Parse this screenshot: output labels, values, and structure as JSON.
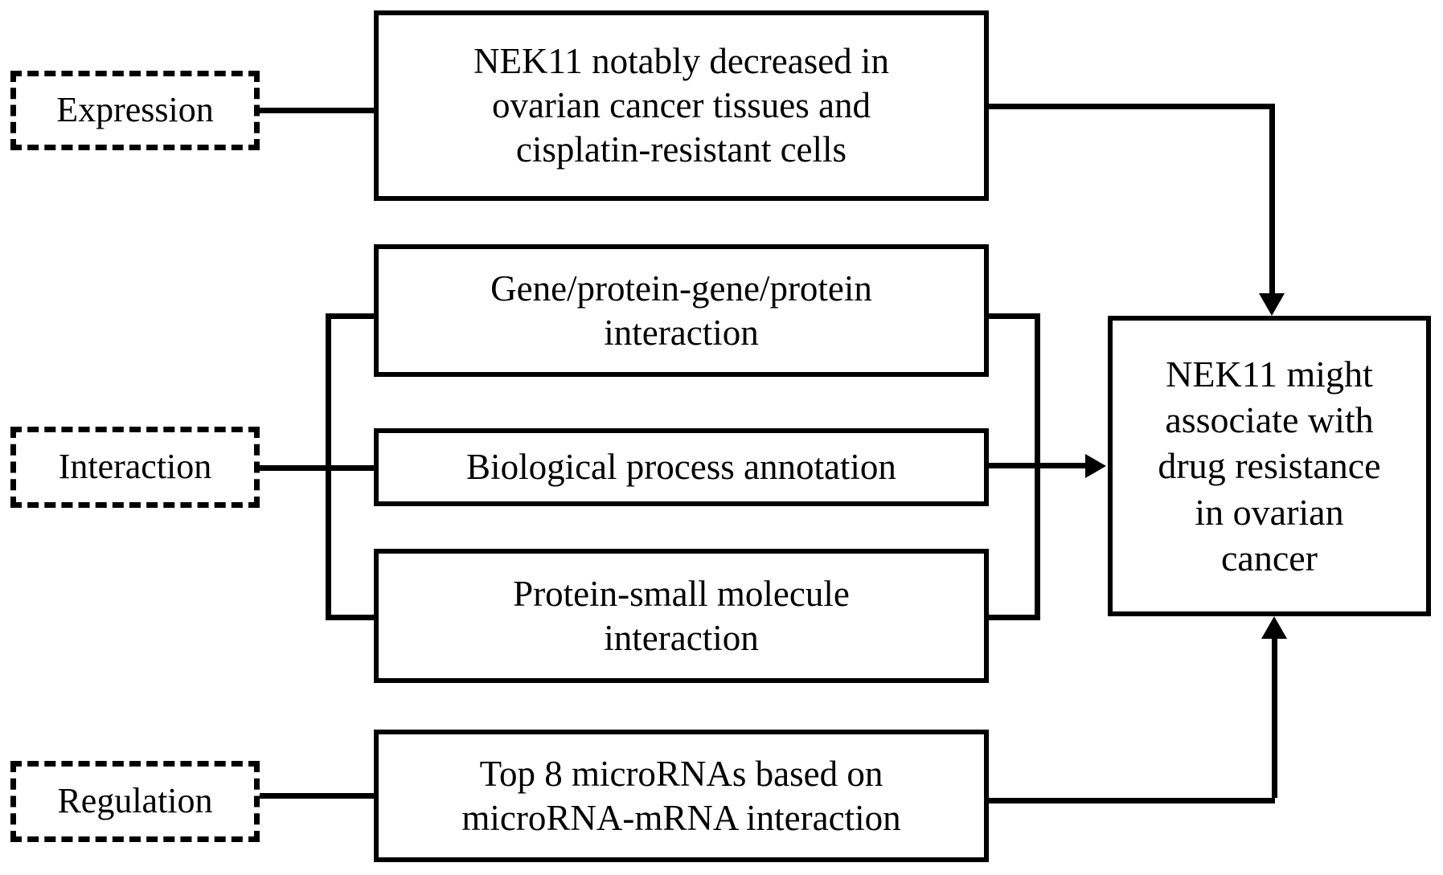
{
  "diagram": {
    "title": "NEK11 bioinformatics analysis summary flowchart",
    "background_color": "#ffffff",
    "line_color": "#000000"
  },
  "categories": [
    {
      "id": "expression",
      "label": "Expression"
    },
    {
      "id": "interaction",
      "label": "Interaction"
    },
    {
      "id": "regulation",
      "label": "Regulation"
    }
  ],
  "boxes": {
    "expression_finding": "NEK11 notably decreased in\novarian cancer tissues and\ncisplatin-resistant cells",
    "interaction_gene_protein": "Gene/protein-gene/protein\ninteraction",
    "interaction_biological_process": "Biological process annotation",
    "interaction_protein_small_molecule": "Protein-small molecule\ninteraction",
    "regulation_microrna": "Top 8 microRNAs based on\nmicroRNA-mRNA interaction",
    "conclusion": "NEK11 might\nassociate with\ndrug resistance\nin ovarian\ncancer"
  },
  "connectors": {
    "expression_to_conclusion": "elbow-arrow-down",
    "interaction_to_conclusion": "arrow-right",
    "regulation_to_conclusion": "elbow-arrow-up",
    "interaction_left_bracket": "bracket",
    "interaction_right_bracket": "bracket"
  }
}
